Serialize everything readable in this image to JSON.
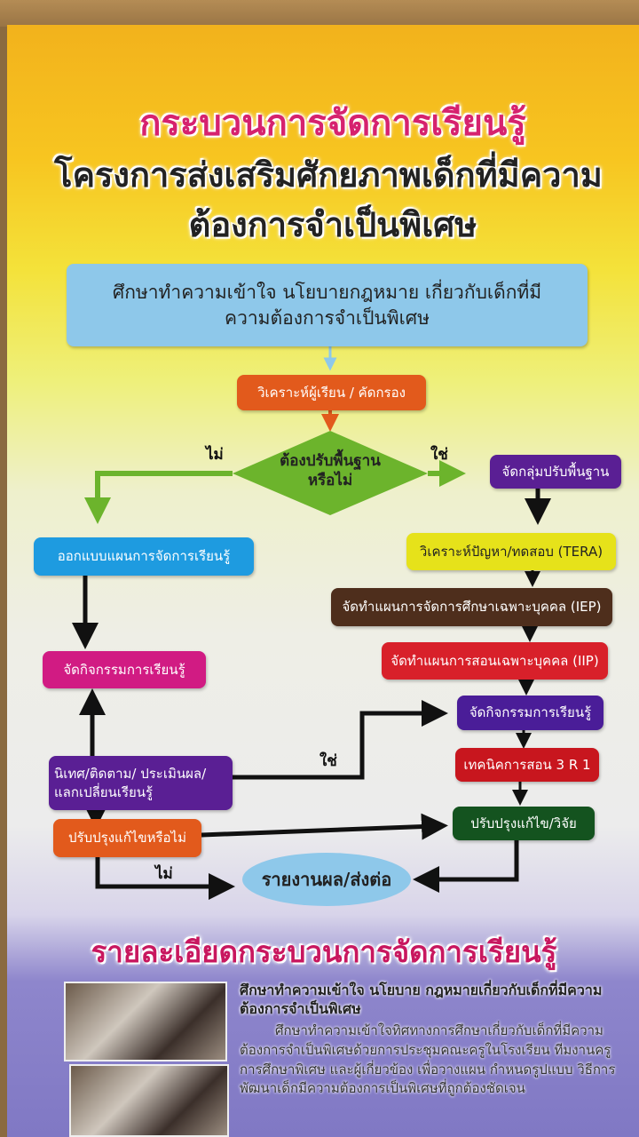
{
  "title": {
    "line1": "กระบวนการจัดการเรียนรู้",
    "line2": "โครงการส่งเสริมศักยภาพเด็กที่มีความ",
    "line3": "ต้องการจำเป็นพิเศษ"
  },
  "flow": {
    "study": "ศึกษาทำความเข้าใจ นโยบายกฎหมาย เกี่ยวกับเด็กที่มีความต้องการจำเป็นพิเศษ",
    "analyze": "วิเคราะห์ผู้เรียน / คัดกรอง",
    "decision": "ต้องปรับพื้นฐานหรือไม่",
    "no1": "ไม่",
    "yes1": "ใช่",
    "design_plan": "ออกแบบแผนการจัดการเรียนรู้",
    "activities_left": "จัดกิจกรรมการเรียนรู้",
    "group": "จัดกลุ่มปรับพื้นฐาน",
    "tera": "วิเคราะห์ปัญหา/ทดสอบ (TERA)",
    "iep": "จัดทำแผนการจัดการศึกษาเฉพาะบุคคล (IEP)",
    "iip": "จัดทำแผนการสอนเฉพาะบุคคล (IIP)",
    "activities_right": "จัดกิจกรรมการเรียนรู้",
    "supervise": "นิเทศ/ติดตาม/ ประเมินผล/ แลกเปลี่ยนเรียนรู้",
    "technique": "เทคนิคการสอน 3 R 1",
    "improve_q": "ปรับปรุงแก้ไขหรือไม่",
    "improve": "ปรับปรุงแก้ไข/วิจัย",
    "yes2": "ใช่",
    "no2": "ไม่",
    "report": "รายงานผล/ส่งต่อ"
  },
  "details": {
    "heading": "รายละเอียดกระบวนการจัดการเรียนรู้",
    "subheading": "ศึกษาทำความเข้าใจ นโยบาย กฎหมายเกี่ยวกับเด็กที่มีความต้องการจำเป็นพิเศษ",
    "body": "ศึกษาทำความเข้าใจทิศทางการศึกษาเกี่ยวกับเด็กที่มีความต้องการจำเป็นพิเศษด้วยการประชุมคณะครูในโรงเรียน ทีมงานครูการศึกษาพิเศษ และผู้เกี่ยวข้อง เพื่อวางแผน กำหนดรูปแบบ วิธีการพัฒนาเด็กมีความต้องการเป็นพิเศษที่ถูกต้องชัดเจน"
  },
  "colors": {
    "pink": "#d6226e",
    "blue": "#8ec8ea",
    "orange": "#e25a1c",
    "green": "#6cb42c",
    "purple": "#5a1f94"
  }
}
